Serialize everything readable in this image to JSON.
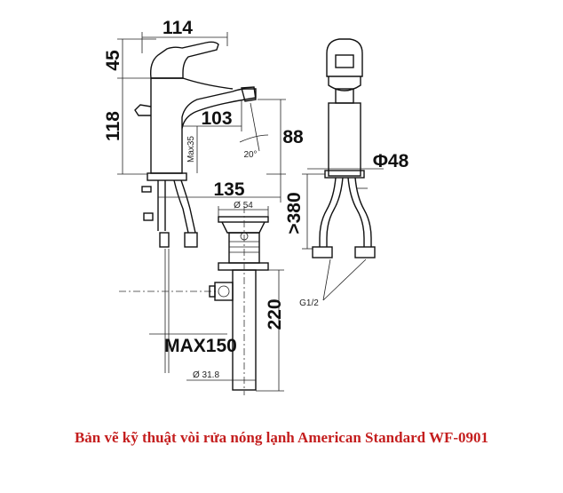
{
  "drawing": {
    "dims": {
      "width_top": "114",
      "handle_height": "45",
      "body_height": "118",
      "spout_reach": "103",
      "spout_height": "88",
      "max_thickness": "Max35",
      "angle": "20°",
      "base_width": "135",
      "diameter_body": "Φ48",
      "hose_length": ">380",
      "waste_top_dia": "Ø 54",
      "waste_length": "220",
      "waste_dia": "Ø 31.8",
      "max_distance": "MAX150",
      "thread": "G1/2"
    }
  },
  "caption": "Bản vẽ kỹ thuật vòi rửa nóng lạnh American Standard WF-0901",
  "colors": {
    "caption": "#c41e1e",
    "line": "#111111"
  }
}
